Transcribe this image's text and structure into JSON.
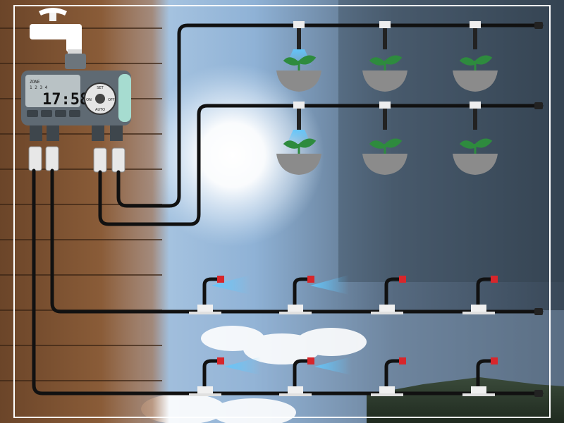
{
  "timer": {
    "zone_label": "ZONE",
    "zone_numbers": "1 2 3 4",
    "time": "17:58",
    "dial_labels": {
      "top": "SET",
      "left": "ON",
      "right": "OFF",
      "bottom": "AUTO"
    },
    "button_labels": [
      "",
      "",
      "",
      ""
    ]
  },
  "colors": {
    "wood_dark": "#5a3a22",
    "wood_light": "#9a6a42",
    "sky_light": "#bcd6ee",
    "sky_dark": "#3e4f62",
    "tube": "#111111",
    "pot": "#8b8b8b",
    "leaf": "#2e8b3e",
    "mist": "#5fc8ff",
    "nozzle": "#d8262b",
    "timer_body": "#5f6a73",
    "timer_accent": "#a6dcd0",
    "lcd": "#b9c2c5"
  },
  "icons": [
    "faucet-icon",
    "plant-pot-icon",
    "sprinkler-icon",
    "sun-icon",
    "cloud-icon"
  ]
}
